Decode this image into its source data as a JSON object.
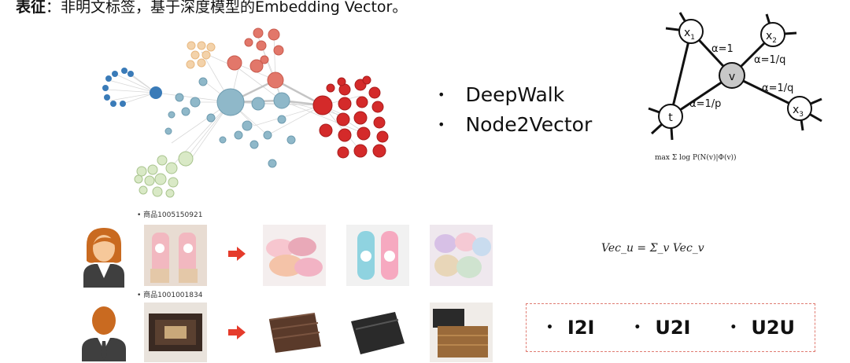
{
  "heading": {
    "bold": "表征",
    "rest": "：非明文标签，基于深度模型的Embedding Vector。"
  },
  "methods": [
    "DeepWalk",
    "Node2Vector"
  ],
  "walk_diagram": {
    "nodes": [
      "x1",
      "x2",
      "x3",
      "v",
      "t"
    ],
    "edge_labels": [
      "α=1",
      "α=1/q",
      "α=1/q",
      "α=1/p"
    ]
  },
  "formulas": {
    "objective": "max Σ log P(N(v)|Φ(v))",
    "user_vector": "Vec_u = Σ_v Vec_v"
  },
  "products": [
    {
      "label": "• 商品1005150921"
    },
    {
      "label": "• 商品1001001834"
    }
  ],
  "recommend_types": [
    "I2I",
    "U2I",
    "U2U"
  ],
  "colors": {
    "blue": "#3a7bb8",
    "teal": "#8fb8c9",
    "orange": "#f0c89a",
    "salmon": "#e2776a",
    "red": "#d42a2a",
    "green": "#d3e6c0",
    "arrow": "#e53b2b",
    "dashed_border": "#e07c72"
  }
}
